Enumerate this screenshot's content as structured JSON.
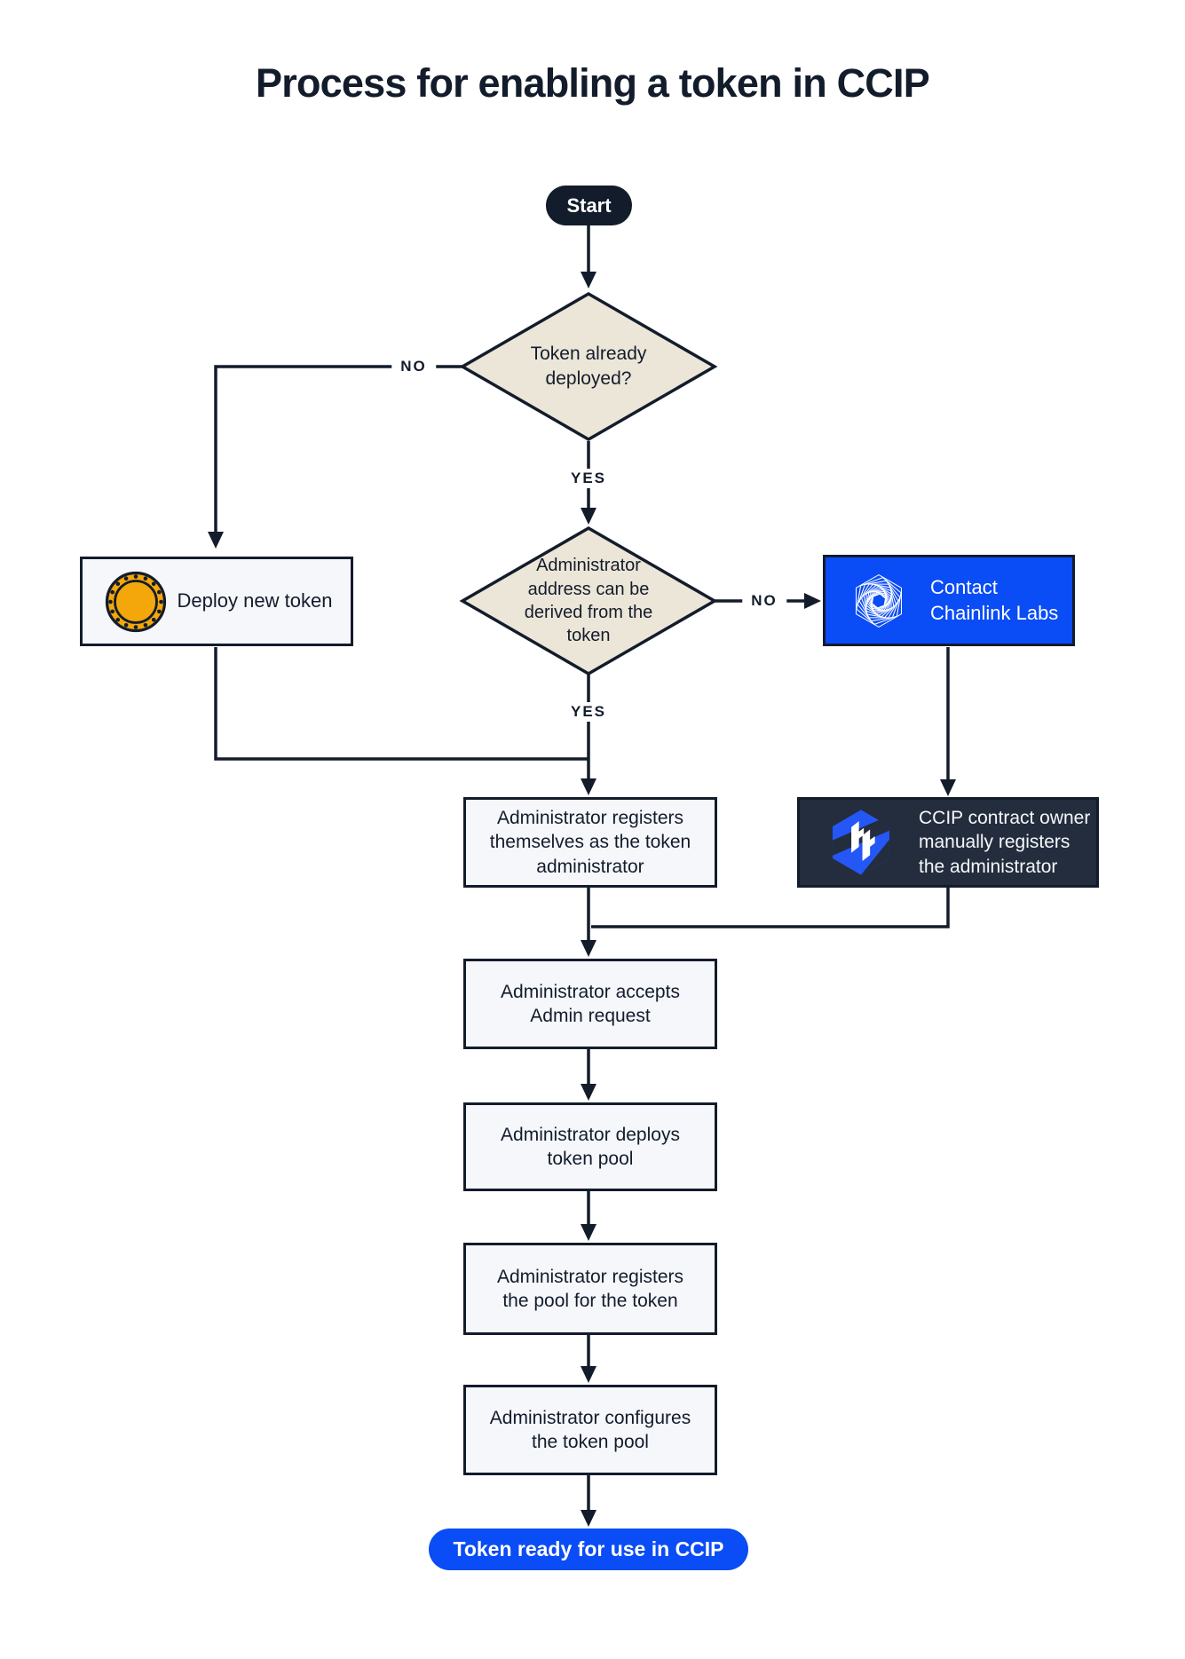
{
  "title": "Process for enabling a token in CCIP",
  "nodes": {
    "start": "Start",
    "decision_token_deployed": "Token already deployed?",
    "deploy_new_token": "Deploy new token",
    "decision_admin_address": "Administrator address can be derived from the token",
    "contact_chainlink_labs": "Contact Chainlink Labs",
    "admin_registers_self": "Administrator registers themselves as the token administrator",
    "ccip_owner_registers": "CCIP contract owner manually registers the administrator",
    "admin_accepts": "Administrator accepts Admin request",
    "admin_deploys_pool": "Administrator deploys token pool",
    "admin_registers_pool": "Administrator registers the pool for the token",
    "admin_configures_pool": "Administrator configures the token pool",
    "token_ready": "Token ready for use in CCIP"
  },
  "edge_labels": {
    "no_token_deployed": "NO",
    "yes_token_deployed": "YES",
    "no_admin_address": "NO",
    "yes_admin_address": "YES"
  },
  "icons": {
    "deploy_new_token": "coin-icon",
    "contact_chainlink_labs": "chainlink-labs-logo-icon",
    "ccip_owner_registers": "ccip-logo-icon"
  },
  "colors": {
    "ink": "#131C2B",
    "panel": "#F5F7FB",
    "cream": "#ECE6D8",
    "blue": "#0A4CF5",
    "dark-box": "#242D3D",
    "gold": "#F4A70B",
    "white": "#FFFFFF"
  }
}
